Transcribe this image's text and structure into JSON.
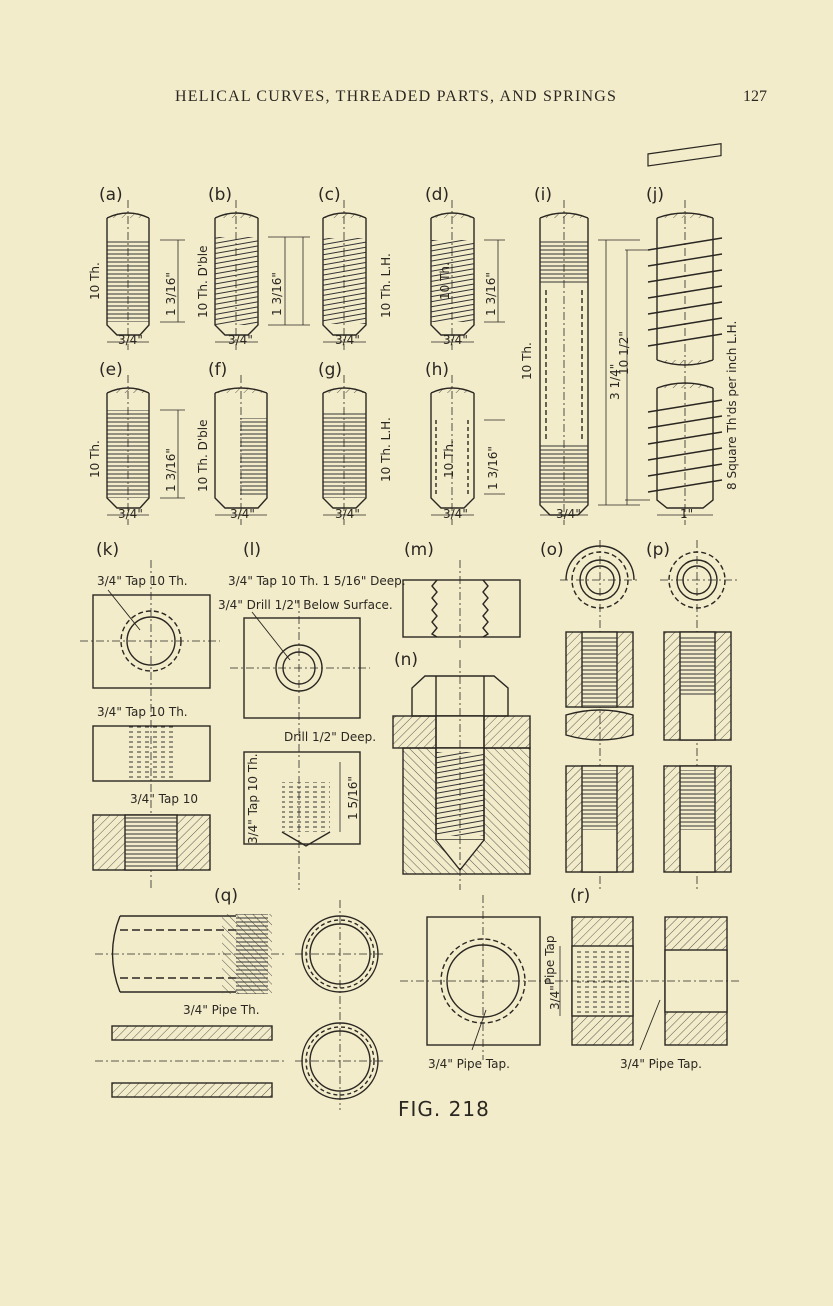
{
  "header": {
    "title": "HELICAL CURVES, THREADED PARTS, AND SPRINGS",
    "page_number": "127"
  },
  "figure": {
    "caption": "FIG. 218",
    "panels": {
      "a": "(a)",
      "b": "(b)",
      "c": "(c)",
      "d": "(d)",
      "e": "(e)",
      "f": "(f)",
      "g": "(g)",
      "h": "(h)",
      "i": "(i)",
      "j": "(j)",
      "k": "(k)",
      "l": "(l)",
      "m": "(m)",
      "n": "(n)",
      "o": "(o)",
      "p": "(p)",
      "q": "(q)",
      "r": "(r)"
    },
    "notes": {
      "a_threads": "10 Th.",
      "b_threads": "10 Th. D'ble",
      "c_threads": "10 Th. L.H.",
      "d_threads": "10 Th.",
      "e_threads": "10 Th.",
      "f_threads": "10 Th. D'ble",
      "g_threads": "10 Th. L.H.",
      "h_threads": "10 Th.",
      "i_threads": "10 Th.",
      "j_threads": "8 Square Th'ds per inch L.H.",
      "len_1_3_16": "1 3/16\"",
      "dia_3_4": "3/4\"",
      "dia_1": "1\"",
      "len_3_1_4": "3 1/4\"",
      "len_10_1_2": "10 1/2\"",
      "k_tap": "3/4\" Tap 10 Th.",
      "k_tap_section": "3/4\" Tap 10 Th.",
      "k_tap_lower": "3/4\" Tap 10",
      "l_tap": "3/4\" Tap 10 Th. 1 5/16\" Deep.",
      "l_drill": "3/4\" Drill 1/2\" Below Surface.",
      "l_drill_deep": "Drill 1/2\" Deep.",
      "l_tap_vertical": "3/4\" Tap 10 Th.",
      "l_len": "1 5/16\"",
      "q_pipe": "3/4\" Pipe Th.",
      "r_pipe_tap_left": "3/4\" Pipe Tap.",
      "r_pipe_tap_right": "3/4\" Pipe Tap.",
      "r_pipe_tap_vertical": "Pipe Tap",
      "r_dim": "3/4\""
    }
  }
}
